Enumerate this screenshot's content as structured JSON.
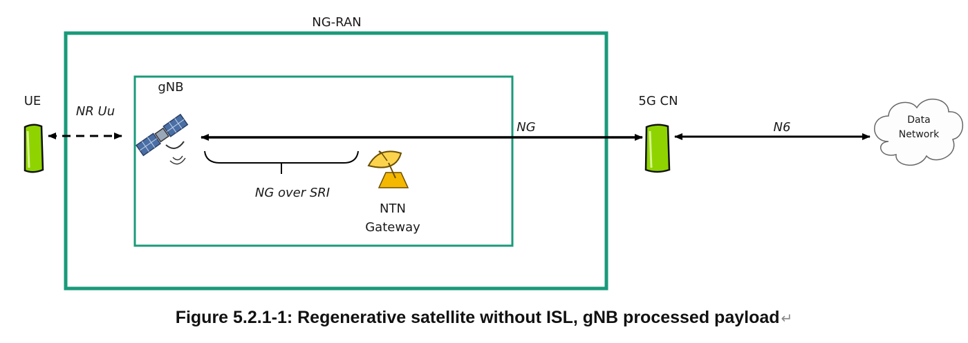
{
  "labels": {
    "ng_ran": "NG-RAN",
    "ue": "UE",
    "nr_uu": "NR Uu",
    "gnb": "gNB",
    "ng": "NG",
    "cn": "5G CN",
    "n6": "N6",
    "data_network_line1": "Data",
    "data_network_line2": "Network",
    "ng_over_sri": "NG over SRI",
    "ntn_line1": "NTN",
    "ntn_line2": "Gateway"
  },
  "caption": {
    "text": "Figure 5.2.1-1: Regenerative satellite without ISL, gNB processed payload",
    "return_mark": "↵"
  },
  "colors": {
    "box_green": "#1a9a7a",
    "device_green": "#8fd400",
    "arrow": "#000000",
    "satellite_panel": "#4a6fa5",
    "dish_yellow": "#f5b800"
  },
  "icons": [
    "ue-device-icon",
    "satellite-icon",
    "dish-antenna-icon",
    "core-device-icon",
    "cloud-icon"
  ]
}
